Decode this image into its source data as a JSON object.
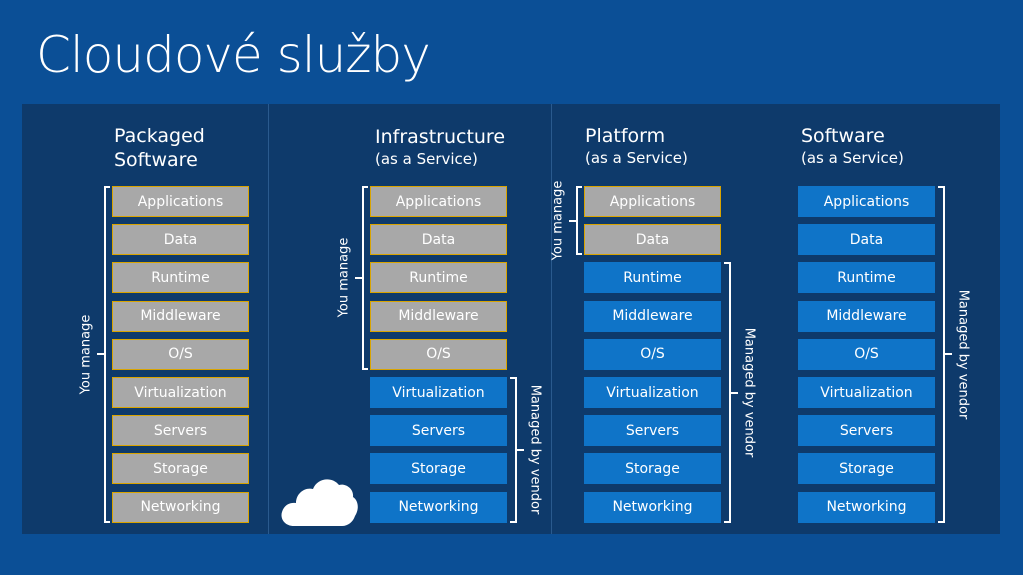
{
  "title": "Cloudové služby",
  "labels": {
    "you_manage": "You manage",
    "managed_by_vendor": "Managed by vendor"
  },
  "layers": [
    "Applications",
    "Data",
    "Runtime",
    "Middleware",
    "O/S",
    "Virtualization",
    "Servers",
    "Storage",
    "Networking"
  ],
  "columns": [
    {
      "title": "Packaged",
      "title2": "Software",
      "subtitle": "",
      "you_manage_count": 9
    },
    {
      "title": "Infrastructure",
      "title2": "",
      "subtitle": "(as a Service)",
      "you_manage_count": 5
    },
    {
      "title": "Platform",
      "title2": "",
      "subtitle": "(as a Service)",
      "you_manage_count": 2
    },
    {
      "title": "Software",
      "title2": "",
      "subtitle": "(as a Service)",
      "you_manage_count": 0
    }
  ],
  "colors": {
    "background": "#0b4f96",
    "panel": "#0e3a6b",
    "you_manage_box": "#a8a8a8",
    "you_manage_border": "#d9a400",
    "vendor_box": "#0f74c8"
  }
}
